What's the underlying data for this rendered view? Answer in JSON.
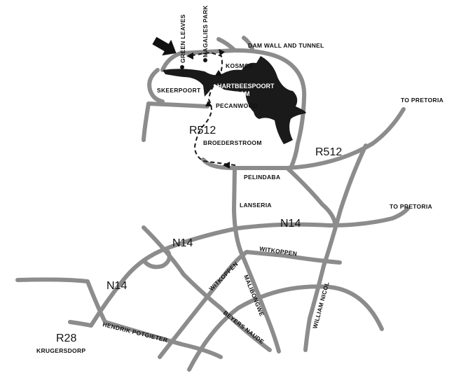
{
  "colors": {
    "road": "#8c8c8c",
    "dam": "#1a1a1a",
    "label": "#111111",
    "dam_label": "#ffffff",
    "background": "#ffffff"
  },
  "icons": {
    "pointer": "arrow-pointer-icon",
    "place_marker": "dot-marker-icon",
    "route": "dashed-route-arrow-icon"
  },
  "places": {
    "green_leaves": "GREEN LEAVES",
    "magalies_park": "MAGALIES PARK",
    "dam_wall": "DAM WALL AND TUNNEL",
    "kosmos": "KOSMOS",
    "skeerpoort": "SKEERPOORT",
    "dam_line1": "HARTBEESPOORT",
    "dam_line2": "DAM",
    "pecanwood": "PECANWOOD",
    "broederstroom": "BROEDERSTROOM",
    "pelindaba": "PELINDABA",
    "lanseria": "LANSERIA",
    "to_pretoria_1": "TO PRETORIA",
    "to_pretoria_2": "TO PRETORIA",
    "krugersdorp": "KRUGERSDORP"
  },
  "roads": {
    "r512_west": "R512",
    "r512_east": "R512",
    "n14_east": "N14",
    "n14_mid": "N14",
    "n14_west": "N14",
    "r28": "R28",
    "witkoppen_east": "WITKOPPEN",
    "witkoppen_west": "WITKOPPEN",
    "malibongwe": "MALIBONGWE",
    "william_nicol": "WILLIAM NICOL",
    "beyers_naude": "BEYERS NAUDE",
    "hendrik_potgieter": "HENDRIK POTGIETER"
  }
}
